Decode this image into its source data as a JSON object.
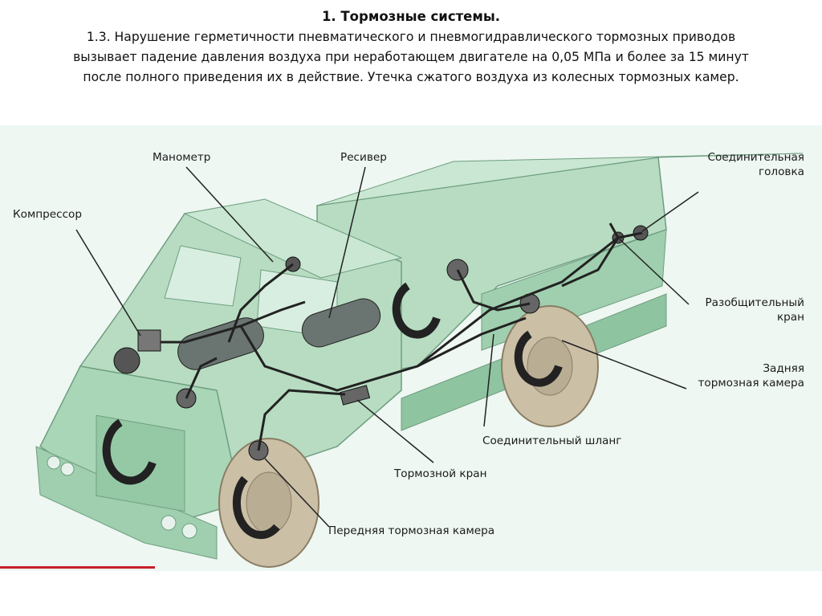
{
  "slide": {
    "title": "1. Тормозные системы.",
    "paragraph_lines": [
      "1.3. Нарушение герметичности пневматического и пневмогидравлического тормозных приводов",
      "вызывает падение давления воздуха при неработающем двигателе на 0,05 МПа и более за 15 минут",
      "после полного приведения их в действие. Утечка сжатого воздуха из колесных тормозных камер."
    ]
  },
  "labels": {
    "manometer": "Манометр",
    "receiver": "Ресивер",
    "compressor": "Компрессор",
    "coupling_head": [
      "Соединительная",
      "головка"
    ],
    "separating_valve": [
      "Разобщительный",
      "кран"
    ],
    "rear_brake_chamber": [
      "Задняя",
      "тормозная камера"
    ],
    "connecting_hose": "Соединительный шланг",
    "brake_valve": "Тормозной кран",
    "front_brake_chamber": "Передняя тормозная камера"
  },
  "colors": {
    "truck_body": "#b7dcc1",
    "truck_dark": "#8fc4a0",
    "pipes": "#222222",
    "accent_bar": "#c8202a"
  }
}
